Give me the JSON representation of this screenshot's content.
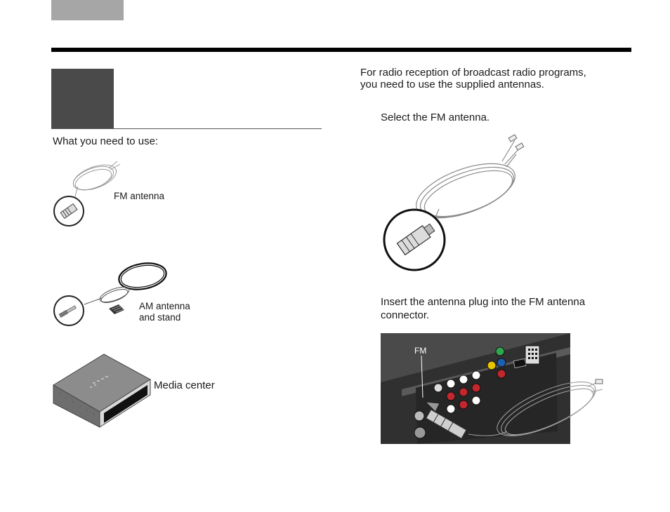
{
  "left_column": {
    "intro": "What you need to use:",
    "items": [
      {
        "label": "FM antenna"
      },
      {
        "label_line1": "AM antenna",
        "label_line2": "and stand"
      },
      {
        "label": "Media center"
      }
    ]
  },
  "right_column": {
    "intro_line1": "For radio reception of broadcast radio programs,",
    "intro_line2": "you need to use the supplied antennas.",
    "step1": "Select the FM antenna.",
    "step2_line1": "Insert the antenna plug into the FM antenna",
    "step2_line2": "connector.",
    "connector_label": "FM"
  }
}
